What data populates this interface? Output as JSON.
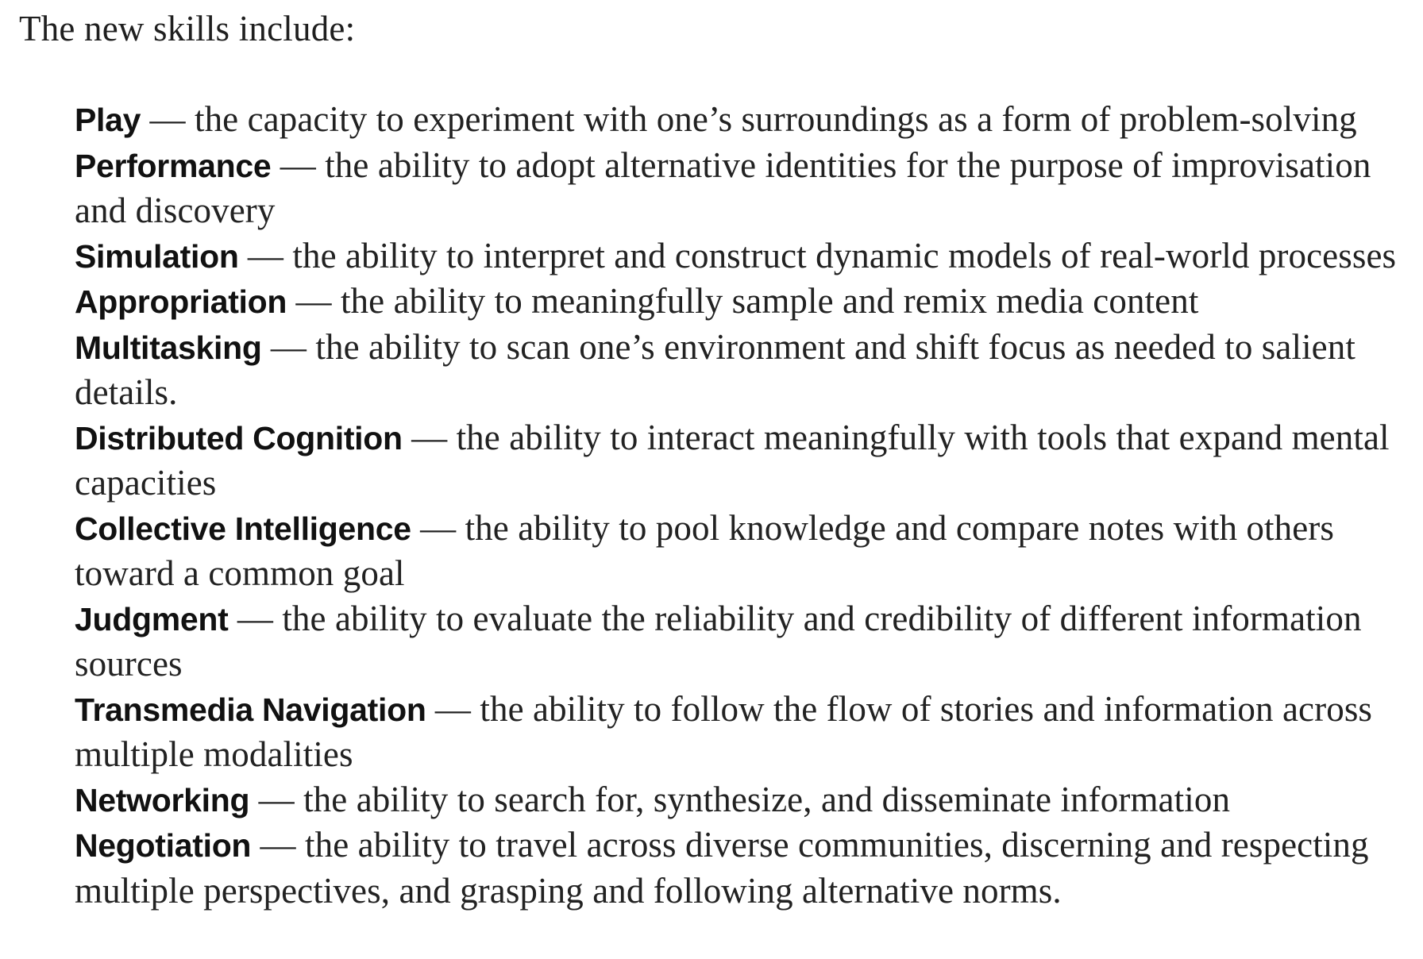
{
  "intro": "The new skills include:",
  "separator": " — ",
  "skills": [
    {
      "term": "Play",
      "definition": "the capacity to experiment with one’s surroundings as a form of problem-solving"
    },
    {
      "term": "Performance",
      "definition": "the ability to adopt alternative identities for the purpose of improvisation and discovery"
    },
    {
      "term": "Simulation",
      "definition": "the ability to interpret and construct dynamic models of real-world processes"
    },
    {
      "term": "Appropriation",
      "definition": "the ability to meaningfully sample and remix media content"
    },
    {
      "term": "Multitasking",
      "definition": "the ability to scan one’s environment and shift focus as needed to salient details."
    },
    {
      "term": "Distributed Cognition",
      "definition": "the ability to interact meaningfully with tools that expand mental capacities"
    },
    {
      "term": "Collective Intelligence",
      "definition": "the ability to pool knowledge and compare notes with others toward a common goal"
    },
    {
      "term": "Judgment",
      "definition": "the ability to evaluate the reliability and credibility of different information sources"
    },
    {
      "term": "Transmedia Navigation",
      "definition": "the ability to follow the flow of stories and information across multiple modalities"
    },
    {
      "term": "Networking",
      "definition": "the ability to search for, synthesize, and disseminate information"
    },
    {
      "term": "Negotiation",
      "definition": "the ability to travel across diverse communities, discerning and respecting multiple perspectives, and grasping and following alternative norms."
    }
  ]
}
